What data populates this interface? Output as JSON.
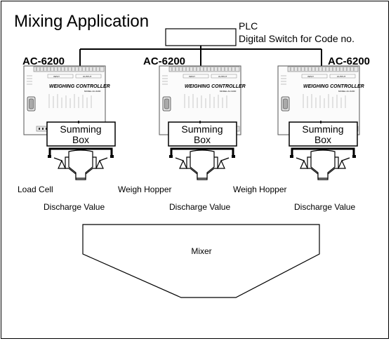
{
  "title": "Mixing Application",
  "plc": {
    "label": "PLC",
    "switch_label": "Digital Switch for Code no."
  },
  "controllers": [
    {
      "model": "AC-6200",
      "panel_title": "WEIGHING CONTROLLER",
      "panel_sub": "MODEL:AC-6200",
      "input_label": "INPUT",
      "output_label": "OUTPUT"
    },
    {
      "model": "AC-6200",
      "panel_title": "WEIGHING CONTROLLER",
      "panel_sub": "MODEL:AC-6200",
      "input_label": "INPUT",
      "output_label": "OUTPUT"
    },
    {
      "model": "AC-6200",
      "panel_title": "WEIGHING CONTROLLER",
      "panel_sub": "MODEL:AC-6200",
      "input_label": "INPUT",
      "output_label": "OUTPUT"
    }
  ],
  "summing_box": {
    "line1": "Summing",
    "line2": "Box"
  },
  "labels": {
    "load_cell": "Load Cell",
    "weigh_hopper_1": "Weigh Hopper",
    "weigh_hopper_2": "Weigh Hopper",
    "discharge_1": "Discharge Value",
    "discharge_2": "Discharge Value",
    "discharge_3": "Discharge Value"
  },
  "mixer": {
    "label": "Mixer"
  }
}
